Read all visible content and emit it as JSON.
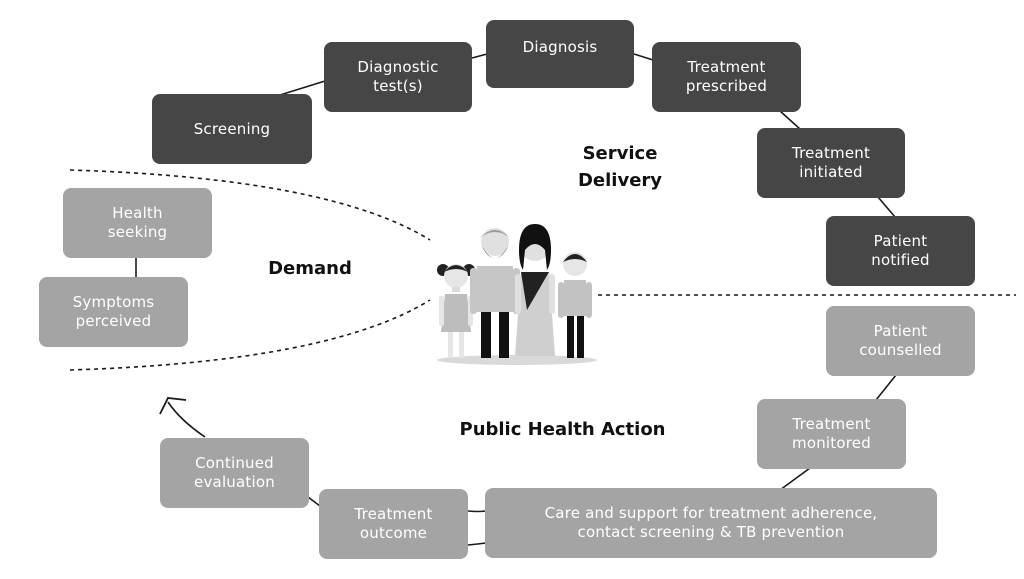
{
  "service_delivery": {
    "label_lines": [
      "Service",
      "Delivery"
    ],
    "steps": [
      {
        "lines": [
          "Screening"
        ]
      },
      {
        "lines": [
          "Diagnostic",
          "test(s)"
        ]
      },
      {
        "lines": [
          "Diagnosis"
        ]
      },
      {
        "lines": [
          "Treatment",
          "prescribed"
        ]
      },
      {
        "lines": [
          "Treatment",
          "initiated"
        ]
      },
      {
        "lines": [
          "Patient",
          "notified"
        ]
      }
    ]
  },
  "demand": {
    "label": "Demand",
    "steps": [
      {
        "lines": [
          "Health",
          "seeking"
        ]
      },
      {
        "lines": [
          "Symptoms",
          "perceived"
        ]
      }
    ]
  },
  "public_health_action": {
    "label": "Public Health Action",
    "steps": [
      {
        "lines": [
          "Patient",
          "counselled"
        ]
      },
      {
        "lines": [
          "Treatment",
          "monitored"
        ]
      },
      {
        "lines": [
          "Care and support for treatment adherence,",
          "contact screening & TB prevention"
        ]
      },
      {
        "lines": [
          "Treatment",
          "outcome"
        ]
      },
      {
        "lines": [
          "Continued",
          "evaluation"
        ]
      }
    ]
  },
  "colors": {
    "service_delivery_box": "#464646",
    "demand_and_action_box": "#a4a4a4",
    "connector": "#1a1a1a"
  },
  "icons": [
    "family-illustration-icon",
    "cycle-arrow-icon"
  ]
}
